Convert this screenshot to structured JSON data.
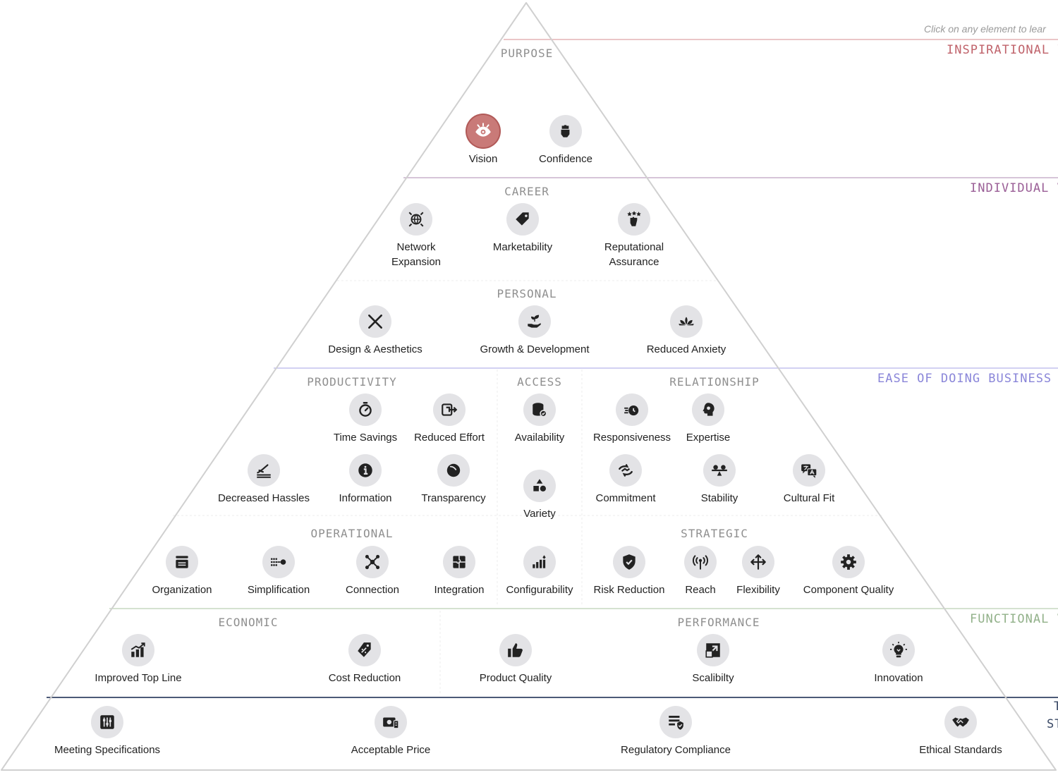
{
  "hint": "Click on any element to lear",
  "tiers": {
    "inspirational": {
      "label": "INSPIRATIONAL V",
      "color": "#c0636b"
    },
    "individual": {
      "label": "INDIVIDUAL V",
      "color": "#9a5e96"
    },
    "ease": {
      "label": "EASE OF DOING BUSINESS V",
      "color": "#8a86d9"
    },
    "functional": {
      "label": "FUNCTIONAL V",
      "color": "#92b18a"
    },
    "table_stakes": {
      "label_top": "T",
      "label_bottom": "ST",
      "color": "#3b4a66"
    }
  },
  "categories": {
    "purpose": "PURPOSE",
    "career": "CAREER",
    "personal": "PERSONAL",
    "productivity": "PRODUCTIVITY",
    "access": "ACCESS",
    "relationship": "RELATIONSHIP",
    "operational": "OPERATIONAL",
    "strategic": "STRATEGIC",
    "economic": "ECONOMIC",
    "performance": "PERFORMANCE"
  },
  "elements": {
    "vision": {
      "label": "Vision",
      "icon": "eye-icon",
      "selected": true
    },
    "confidence": {
      "label": "Confidence",
      "icon": "fist-icon"
    },
    "network_expansion": {
      "label": "Network\nExpansion",
      "icon": "globe-icon"
    },
    "marketability": {
      "label": "Marketability",
      "icon": "tag-icon"
    },
    "reputational_assurance": {
      "label": "Reputational\nAssurance",
      "icon": "stars-hand-icon"
    },
    "design_aesthetics": {
      "label": "Design & Aesthetics",
      "icon": "pencil-ruler-icon"
    },
    "growth_development": {
      "label": "Growth & Development",
      "icon": "seedling-hand-icon"
    },
    "reduced_anxiety": {
      "label": "Reduced Anxiety",
      "icon": "lotus-icon"
    },
    "time_savings": {
      "label": "Time Savings",
      "icon": "stopwatch-icon"
    },
    "reduced_effort": {
      "label": "Reduced Effort",
      "icon": "shortcut-arrow-icon"
    },
    "availability": {
      "label": "Availability",
      "icon": "database-check-icon"
    },
    "responsiveness": {
      "label": "Responsiveness",
      "icon": "fast-clock-icon"
    },
    "expertise": {
      "label": "Expertise",
      "icon": "head-gear-icon"
    },
    "decreased_hassles": {
      "label": "Decreased Hassles",
      "icon": "signature-icon"
    },
    "information": {
      "label": "Information",
      "icon": "info-icon"
    },
    "transparency": {
      "label": "Transparency",
      "icon": "glass-icon"
    },
    "variety": {
      "label": "Variety",
      "icon": "shapes-icon"
    },
    "commitment": {
      "label": "Commitment",
      "icon": "handshake-arrows-icon"
    },
    "stability": {
      "label": "Stability",
      "icon": "balance-icon"
    },
    "cultural_fit": {
      "label": "Cultural Fit",
      "icon": "translate-icon"
    },
    "organization": {
      "label": "Organization",
      "icon": "archive-icon"
    },
    "simplification": {
      "label": "Simplification",
      "icon": "dots-to-point-icon"
    },
    "connection": {
      "label": "Connection",
      "icon": "network-icon"
    },
    "integration": {
      "label": "Integration",
      "icon": "puzzle-icon"
    },
    "configurability": {
      "label": "Configurability",
      "icon": "chart-wrench-icon"
    },
    "risk_reduction": {
      "label": "Risk Reduction",
      "icon": "shield-check-icon"
    },
    "reach": {
      "label": "Reach",
      "icon": "antenna-icon"
    },
    "flexibility": {
      "label": "Flexibility",
      "icon": "arrows-split-icon"
    },
    "component_quality": {
      "label": "Component Quality",
      "icon": "gear-icon"
    },
    "improved_top_line": {
      "label": "Improved Top Line",
      "icon": "bar-chart-up-icon"
    },
    "cost_reduction": {
      "label": "Cost Reduction",
      "icon": "price-tag-percent-icon"
    },
    "product_quality": {
      "label": "Product Quality",
      "icon": "thumbs-up-icon"
    },
    "scalability": {
      "label": "Scalibilty",
      "icon": "expand-icon"
    },
    "innovation": {
      "label": "Innovation",
      "icon": "lightbulb-icon"
    },
    "meeting_specifications": {
      "label": "Meeting Specifications",
      "icon": "sliders-icon"
    },
    "acceptable_price": {
      "label": "Acceptable Price",
      "icon": "money-icon"
    },
    "regulatory_compliance": {
      "label": "Regulatory Compliance",
      "icon": "checklist-icon"
    },
    "ethical_standards": {
      "label": "Ethical Standards",
      "icon": "handshake-icon"
    }
  }
}
